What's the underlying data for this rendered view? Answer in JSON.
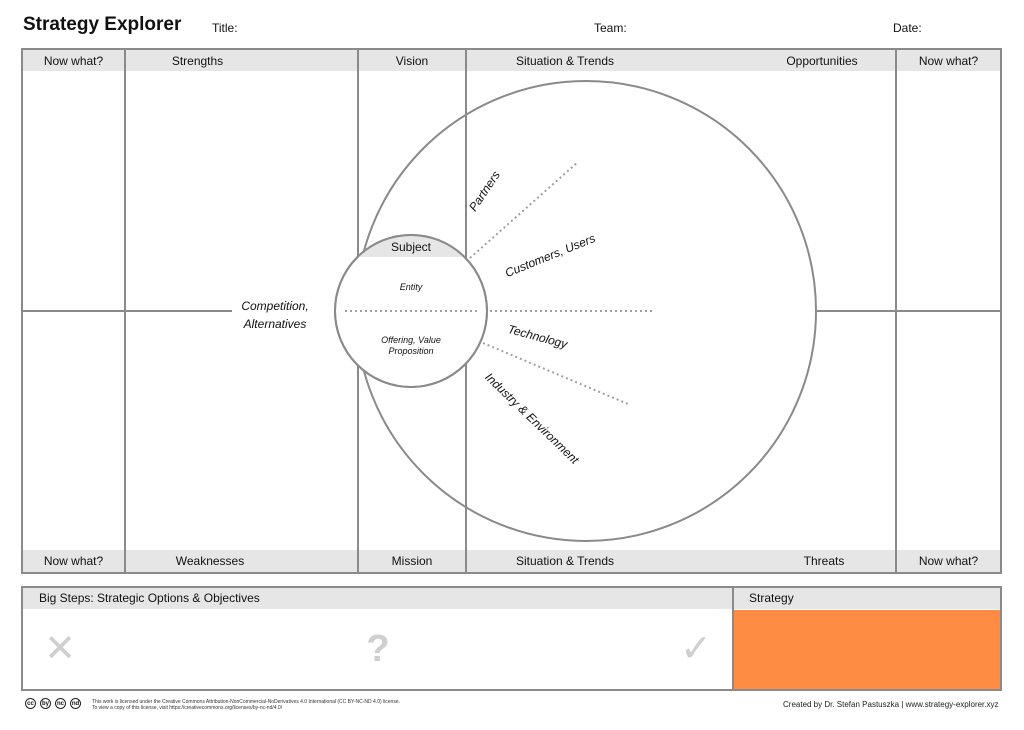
{
  "header": {
    "app_title": "Strategy Explorer",
    "title_label": "Title:",
    "team_label": "Team:",
    "date_label": "Date:"
  },
  "top_labels": {
    "now_what_left": "Now what?",
    "strengths": "Strengths",
    "vision": "Vision",
    "situation_trends": "Situation & Trends",
    "opportunities": "Opportunities",
    "now_what_right": "Now what?"
  },
  "bottom_labels": {
    "now_what_left": "Now what?",
    "weaknesses": "Weaknesses",
    "mission": "Mission",
    "situation_trends": "Situation & Trends",
    "threats": "Threats",
    "now_what_right": "Now what?"
  },
  "center": {
    "competition_line1": "Competition,",
    "competition_line2": "Alternatives",
    "subject": "Subject",
    "entity": "Entity",
    "offering_line1": "Offering, Value",
    "offering_line2": "Proposition"
  },
  "rays": {
    "partners": "Partners",
    "customers": "Customers, Users",
    "technology": "Technology",
    "industry": "Industry & Environment"
  },
  "big_steps": {
    "title": "Big Steps: Strategic Options & Objectives",
    "cross": "✕",
    "question": "?",
    "check": "✓"
  },
  "strategy": {
    "title": "Strategy",
    "accent_color": "#ff8c42"
  },
  "footer": {
    "license_line1": "This work is licensed under the Creative Commons Attribution-NonCommercial-NoDerivatives 4.0 International (CC BY-NC-ND 4.0) license.",
    "license_line2": "To view a copy of this license, visit https://creativecommons.org/licenses/by-nc-nd/4.0/",
    "credit": "Created by Dr. Stefan Pastuszka  |  www.strategy-explorer.xyz",
    "cc_icons": [
      "cc",
      "by",
      "nc",
      "nd"
    ]
  },
  "colors": {
    "frame": "#8a8a8a",
    "header_band": "#e6e6e6",
    "dotted": "#a0a0a0"
  }
}
